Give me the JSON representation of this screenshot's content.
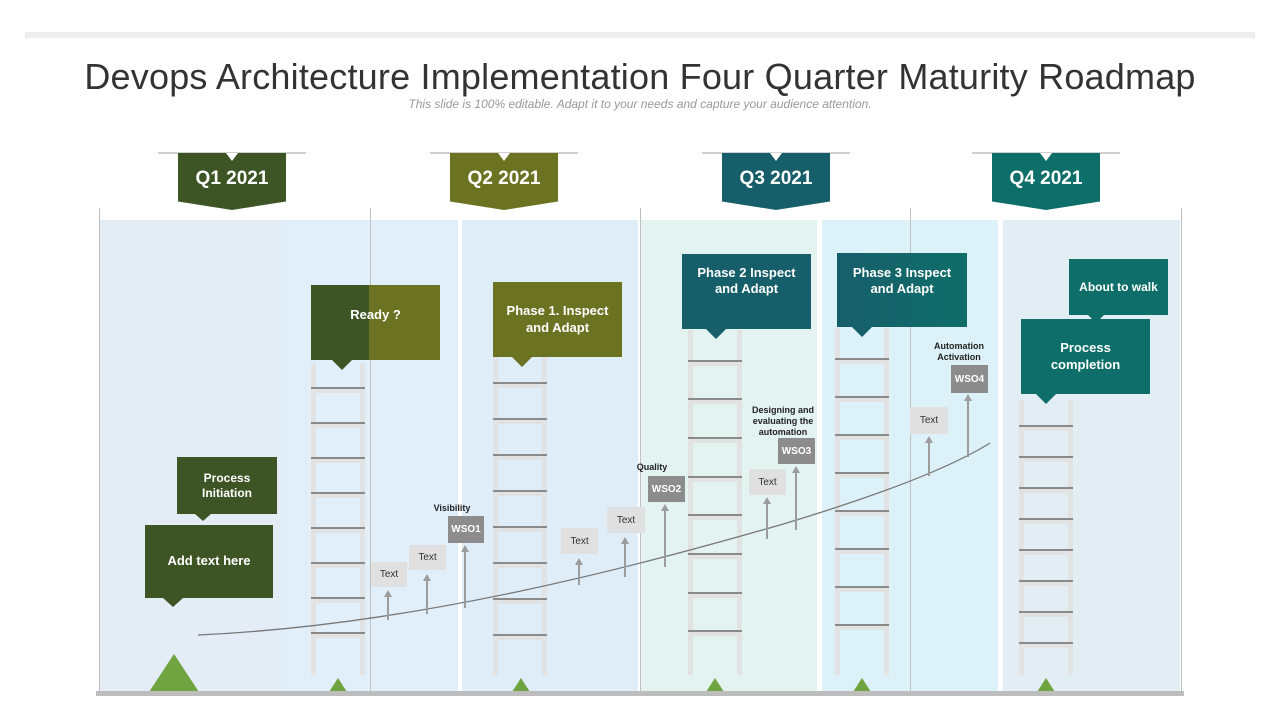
{
  "title": "Devops Architecture Implementation Four Quarter Maturity Roadmap",
  "subtitle": "This slide is 100% editable. Adapt it to your needs and capture your audience attention.",
  "quarters": [
    {
      "label": "Q1 2021",
      "color": "#3d5525"
    },
    {
      "label": "Q2 2021",
      "color": "#6b7322"
    },
    {
      "label": "Q3 2021",
      "color": "#175e6b"
    },
    {
      "label": "Q4 2021",
      "color": "#0e6e69"
    }
  ],
  "boxes": {
    "ready": "Ready ?",
    "phase1": "Phase 1. Inspect and Adapt",
    "phase2": "Phase 2 Inspect and Adapt",
    "phase3": "Phase 3 Inspect and Adapt",
    "about": "About to walk",
    "process_completion": "Process completion",
    "process_initiation": "Process Initiation",
    "add_text": "Add text here"
  },
  "milestones": {
    "visibility": "Visibility",
    "quality": "Quality",
    "designing": "Designing and evaluating the automation",
    "automation": "Automation Activation",
    "wso1": "WSO1",
    "wso2": "WSO2",
    "wso3": "WSO3",
    "wso4": "WSO4",
    "text": "Text"
  },
  "colors": {
    "dark_green": "#3d5525",
    "olive": "#6b7322",
    "dark_teal": "#175e6b",
    "teal": "#0e6e69",
    "accent_green": "#70a441"
  }
}
